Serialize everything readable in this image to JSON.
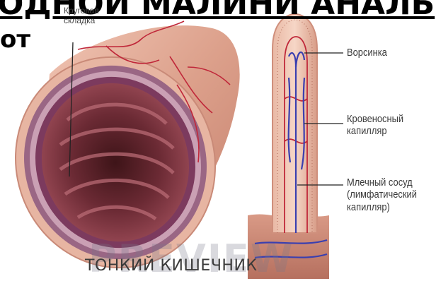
{
  "overlay_text": {
    "top_line": "ОДНОЙ МАЛИНИ АНАЛЬ",
    "left_fragment": "от"
  },
  "labels": {
    "circular_fold": [
      "Круговая",
      "складка"
    ],
    "villus": "Ворсинка",
    "blood_capillary": [
      "Кровеносный",
      "капилляр"
    ],
    "lacteal": [
      "Млечный сосуд",
      "(лимфатический",
      "капилляр)"
    ]
  },
  "caption": "ТОНКИЙ КИШЕЧНИК",
  "watermark": "PREVIEW",
  "colors": {
    "tissue_outer": "#d99a86",
    "tissue_inner": "#a84f5a",
    "muscle_ring": "#7a3d6e",
    "blood_vessel": "#c0283a",
    "lymph_vessel": "#3a3fb0",
    "label_text": "#3a3a3a"
  }
}
